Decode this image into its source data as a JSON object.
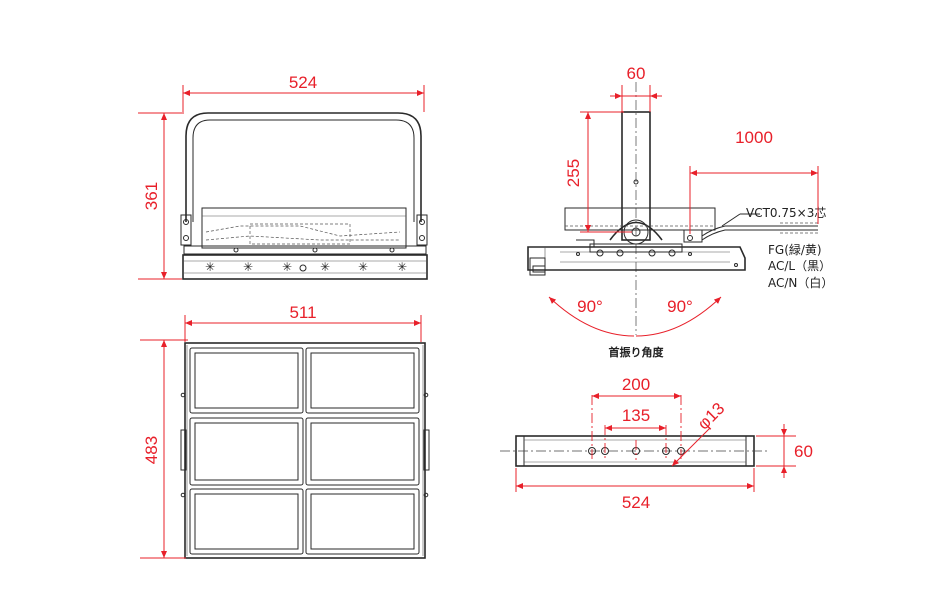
{
  "dimensions": {
    "front_width": "524",
    "front_height": "361",
    "bottom_width": "511",
    "bottom_height": "483",
    "pole_width": "60",
    "pole_height": "255",
    "cable_length": "1000",
    "swing_left": "90°",
    "swing_right": "90°",
    "mount_span_outer": "200",
    "mount_span_inner": "135",
    "hole_diameter": "φ13",
    "bracket_depth": "60",
    "bracket_width": "524"
  },
  "notes": {
    "cable_type": "VCT0.75×3芯",
    "wire_fg": "FG(緑/黄)",
    "wire_acl": "AC/L（黒）",
    "wire_acn": "AC/N（白）",
    "swing_label": "首振り角度"
  }
}
